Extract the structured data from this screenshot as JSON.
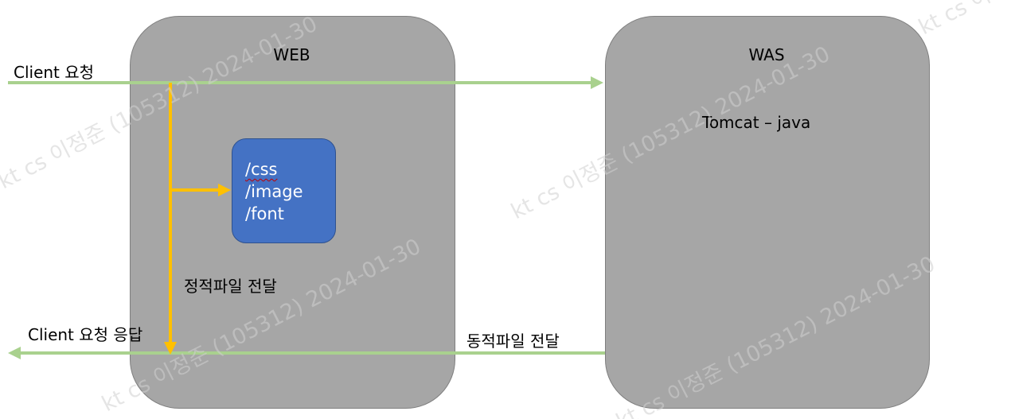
{
  "colors": {
    "server_box": "#a6a6a6",
    "static_box": "#4472c4",
    "flow_arrow": "#a9d18e",
    "static_arrow": "#ffc000"
  },
  "web_server": {
    "title": "WEB"
  },
  "was_server": {
    "title": "WAS",
    "runtime": "Tomcat –  java"
  },
  "static_resources": [
    "/css",
    "/image",
    "/font"
  ],
  "flows": {
    "client_request": "Client 요청",
    "static_delivery": "정적파일 전달",
    "client_response": "Client 요청 응답",
    "dynamic_delivery": "동적파일 전달"
  },
  "watermark": {
    "lines": [
      "kt cs 이정준 (105312) 2024-01-30",
      "kt cs 이정준 (105312) 2024-01-30",
      "kt cs 이정준 (105312) 2024-01-30",
      "kt cs 이정준 (105312) 2024-01-30",
      "kt cs 이정준 (105312) 2024-01-30"
    ]
  }
}
